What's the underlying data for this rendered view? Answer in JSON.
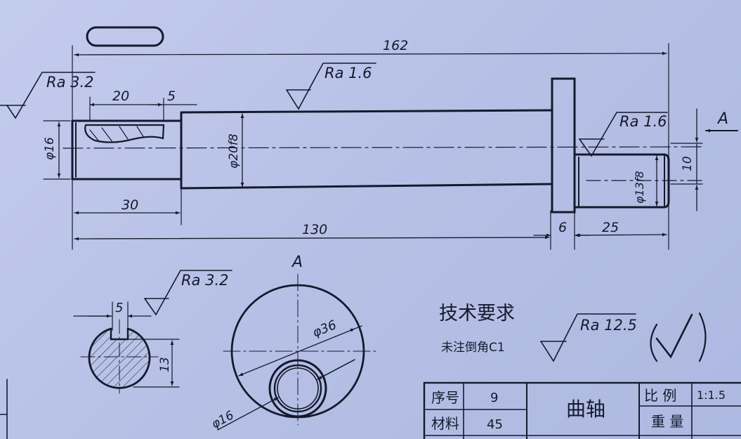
{
  "drawing": {
    "part_name": "曲轴",
    "dimensions": {
      "overall_length": "162",
      "key_length": "20",
      "key_offset": "5",
      "shaft_dia": "φ16",
      "mid_dia": "φ20f8",
      "end_dia": "φ13f8",
      "flat_height": "10",
      "left_length": "30",
      "main_length": "130",
      "flange_width": "6",
      "end_length": "25",
      "key_width": "5",
      "key_depth": "13",
      "flange_dia": "φ36",
      "inner_dia": "φ16"
    },
    "roughness": {
      "left": "Ra 3.2",
      "mid": "Ra 1.6",
      "right": "Ra 1.6",
      "section": "Ra 3.2",
      "general": "Ra 12.5"
    },
    "view_labels": {
      "arrow": "A",
      "view": "A"
    },
    "notes": {
      "title": "技术要求",
      "text": "未注倒角C1"
    },
    "title_block": {
      "seq_label": "序号",
      "seq_value": "9",
      "material_label": "材料",
      "material_value": "45",
      "scale_label": "比 例",
      "scale_value": "1:1.5",
      "weight_label": "重 量"
    }
  }
}
